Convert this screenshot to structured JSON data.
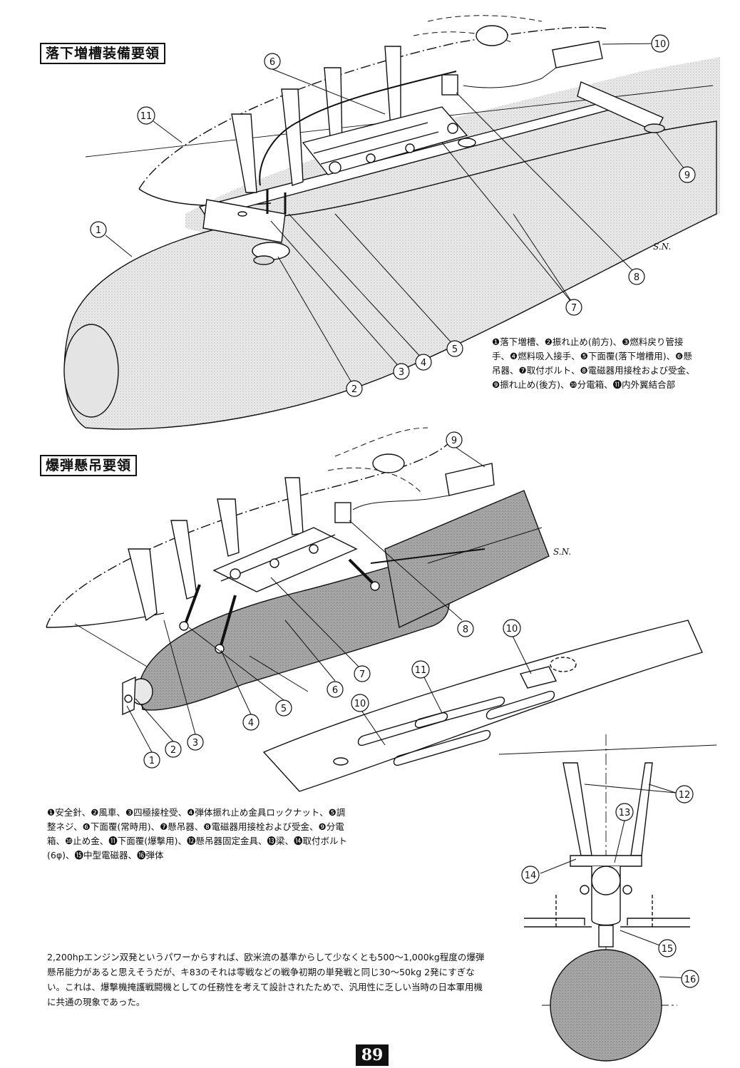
{
  "section1": {
    "title": "落下増槽装備要領",
    "caption": "❶落下増槽、❷振れ止め(前方)、❸燃料戻り管接手、❹燃料吸入接手、❺下面覆(落下増槽用)、❻懸吊器、❼取付ボルト、❽電磁器用接栓および受金、❾振れ止め(後方)、❿分電箱、⓫内外翼結合部",
    "callouts": [
      "1",
      "2",
      "3",
      "4",
      "5",
      "6",
      "7",
      "8",
      "9",
      "10",
      "11"
    ],
    "signature": "S.N."
  },
  "section2": {
    "title": "爆弾懸吊要領",
    "caption": "❶安全針、❷風車、❸四極接栓受、❹弾体振れ止め金具ロックナット、❺調整ネジ、❻下面覆(常時用)、❼懸吊器、❽電磁器用接栓および受金、❾分電箱、❿止め金、⓫下面覆(爆撃用)、⓬懸吊器固定金具、⓭梁、⓮取付ボルト(6φ)、⓯中型電磁器、⓰弾体",
    "callouts": [
      "1",
      "2",
      "3",
      "4",
      "5",
      "6",
      "7",
      "8",
      "9",
      "10",
      "10",
      "11",
      "12",
      "13",
      "14",
      "15",
      "16"
    ],
    "signature": "S.N."
  },
  "body_text": "2,200hpエンジン双発というパワーからすれば、欧米流の基準からして少なくとも500～1,000kg程度の爆弾懸吊能力があると思えそうだが、キ83のそれは零戦などの戦争初期の単発戦と同じ30～50kg 2発にすぎない。これは、爆撃機掩護戦闘機としての任務性を考えて設計されたためで、汎用性に乏しい当時の日本軍用機に共通の現象であった。",
  "page_number": "89"
}
